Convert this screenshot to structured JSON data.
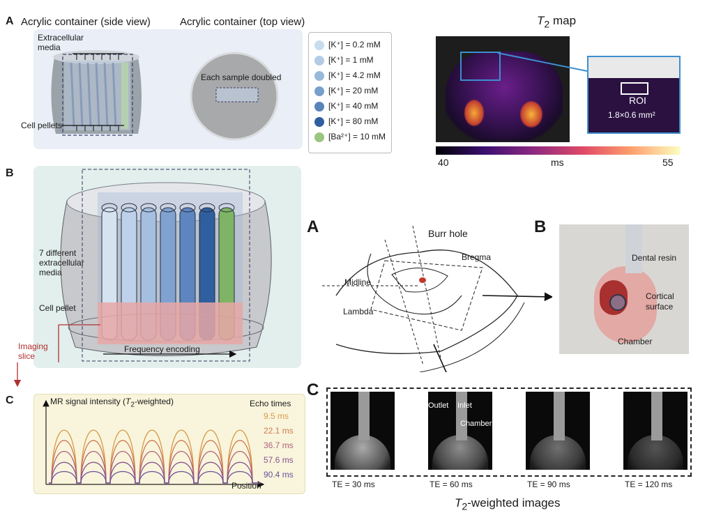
{
  "panel_a": {
    "letter": "A",
    "side_title": "Acrylic container (side view)",
    "top_title": "Acrylic container (top view)",
    "extracellular_label": "Extracellular media",
    "cell_pellets_label": "Cell pellets",
    "sample_doubled": "Each sample doubled",
    "legend": [
      {
        "label": "[K⁺]",
        "value": "= 0.2 mM",
        "color": "#c9dced"
      },
      {
        "label": "[K⁺]",
        "value": "= 1 mM",
        "color": "#b2cce5"
      },
      {
        "label": "[K⁺]",
        "value": "= 4.2 mM",
        "color": "#98b9da"
      },
      {
        "label": "[K⁺]",
        "value": "= 20 mM",
        "color": "#789fcb"
      },
      {
        "label": "[K⁺]",
        "value": "= 40 mM",
        "color": "#5883bb"
      },
      {
        "label": "[K⁺]",
        "value": "= 80 mM",
        "color": "#2f5f9f"
      },
      {
        "label": "[Ba²⁺]",
        "value": "= 10 mM",
        "color": "#9ac680"
      }
    ]
  },
  "panel_b": {
    "letter": "B",
    "media_label": "7 different extracellular media",
    "pellet_label": "Cell pellet",
    "imaging_label": "Imaging slice",
    "freq_label": "Frequency encoding"
  },
  "panel_c": {
    "letter": "C",
    "ylabel_pre": "MR signal intensity (",
    "ylabel_t": "T",
    "ylabel_sub": "2",
    "ylabel_post": "-weighted)",
    "xlabel": "Position",
    "echo_title": "Echo times",
    "echoes": [
      {
        "label": "9.5 ms",
        "color": "#d79a4b",
        "amp": 0.92
      },
      {
        "label": "22.1 ms",
        "color": "#cf7a52",
        "amp": 0.74
      },
      {
        "label": "36.7 ms",
        "color": "#b0607a",
        "amp": 0.55
      },
      {
        "label": "57.6 ms",
        "color": "#86558e",
        "amp": 0.36
      },
      {
        "label": "90.4 ms",
        "color": "#6c4f9b",
        "amp": 0.2
      }
    ]
  },
  "t2map": {
    "title_t": "T",
    "title_sub": "2",
    "title_rest": " map",
    "roi_label": "ROI",
    "roi_size": "1.8×0.6 mm²",
    "cbar_min": "40",
    "cbar_unit": "ms",
    "cbar_max": "55"
  },
  "rat": {
    "letter_a": "A",
    "letter_b": "B",
    "letter_c": "C",
    "burr_hole": "Burr hole",
    "bregma": "Bregma",
    "midline": "Midline",
    "lambda": "Lambda",
    "dental_resin": "Dental resin",
    "cortical_surface": "Cortical surface",
    "chamber": "Chamber",
    "outlet": "Outlet",
    "inlet": "Inlet",
    "chamber2": "Chamber",
    "te_labels": [
      "TE = 30 ms",
      "TE = 60 ms",
      "TE = 90 ms",
      "TE = 120 ms"
    ],
    "t2w_t": "T",
    "t2w_sub": "2",
    "t2w_rest": "-weighted images"
  }
}
